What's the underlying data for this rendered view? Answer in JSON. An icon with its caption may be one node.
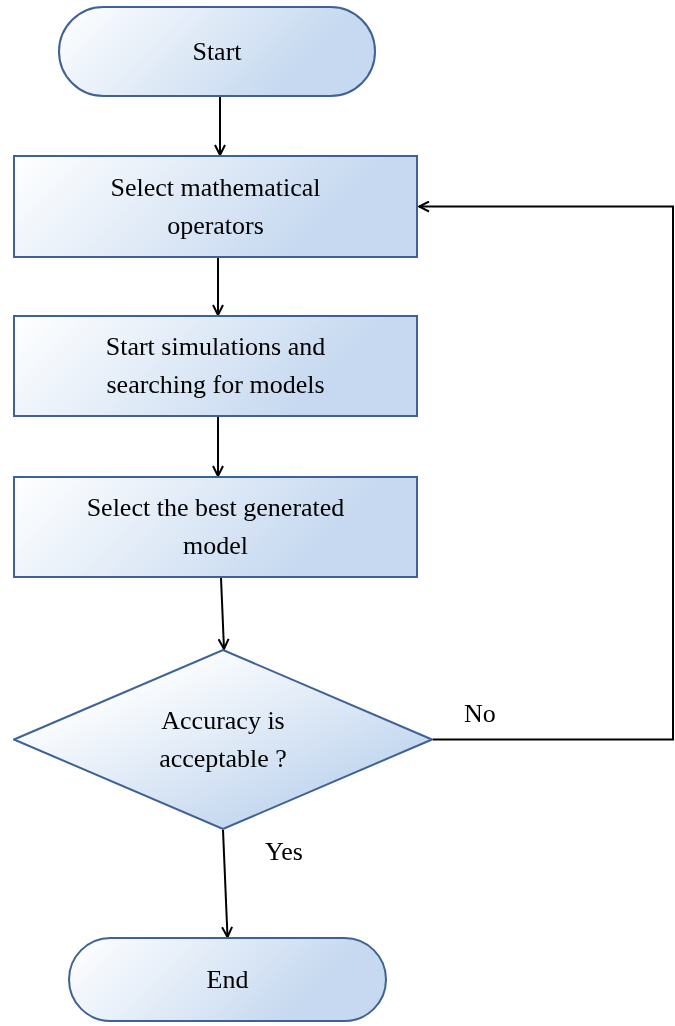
{
  "diagram": {
    "nodes": [
      {
        "text": [
          "Start"
        ]
      },
      {
        "text": [
          "Select mathematical operators"
        ]
      },
      {
        "text": [
          "Start simulations and searching for models"
        ]
      },
      {
        "text": [
          "Select the best generated model"
        ]
      },
      {
        "text": [
          "Accuracy is acceptable ?"
        ]
      },
      {
        "text": [
          "End"
        ]
      }
    ],
    "edges": [
      {
        "from": 0,
        "to": 1,
        "arrow": "to"
      },
      {
        "from": 1,
        "to": 2,
        "arrow": "to"
      },
      {
        "from": 2,
        "to": 3,
        "arrow": "to"
      },
      {
        "from": 3,
        "to": 4,
        "arrow": "to"
      },
      {
        "from": 4,
        "to": 1,
        "arrow": "to",
        "label": "No"
      },
      {
        "from": 4,
        "to": 5,
        "arrow": "to",
        "label": "Yes"
      }
    ]
  }
}
